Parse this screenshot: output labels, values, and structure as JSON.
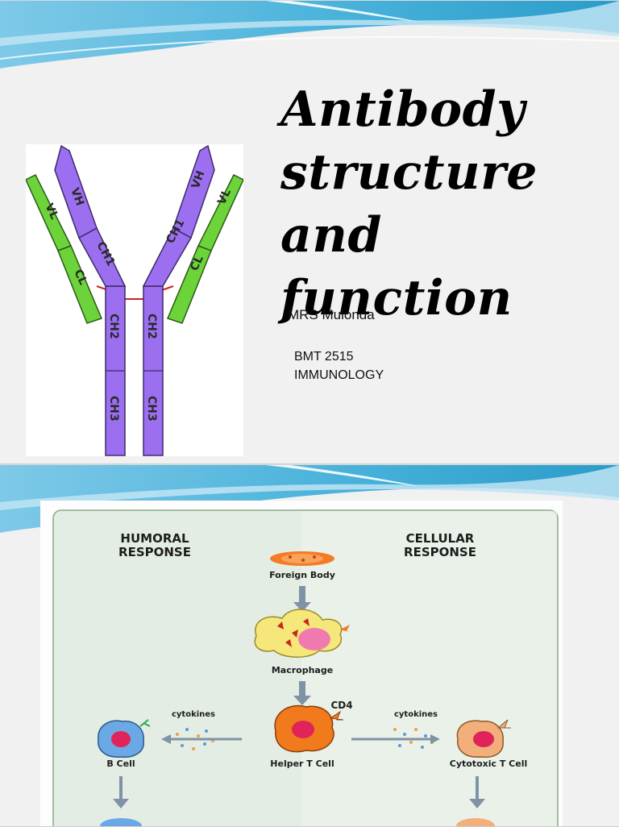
{
  "slide1": {
    "title": "Antibody\nstructure\nand\nfunction",
    "author": "MRS Mulonda",
    "course_code": "BMT 2515",
    "course_name": "IMMUNOLOGY",
    "diagram": {
      "labels": {
        "vh": "VH",
        "vl": "VL",
        "ch1": "CH1",
        "cl": "CL",
        "ch2": "CH2",
        "ch3": "CH3"
      },
      "colors": {
        "heavy": "#9b6ff0",
        "light": "#6cd43a"
      }
    }
  },
  "slide2": {
    "humoral_heading": "HUMORAL\nRESPONSE",
    "cellular_heading": "CELLULAR\nRESPONSE",
    "foreign_body": "Foreign Body",
    "macrophage": "Macrophage",
    "cd4": "CD4",
    "cytokines_left": "cytokines",
    "cytokines_right": "cytokines",
    "b_cell": "B Cell",
    "helper_t_cell": "Helper T Cell",
    "cytotoxic_t_cell": "Cytotoxic T Cell",
    "colors": {
      "panel_bg": "#e3ede3",
      "arrow": "#7f93a6",
      "helper": "#f07a1c",
      "b_cell": "#6aa9e6",
      "cytotoxic": "#f2ae7b"
    }
  }
}
